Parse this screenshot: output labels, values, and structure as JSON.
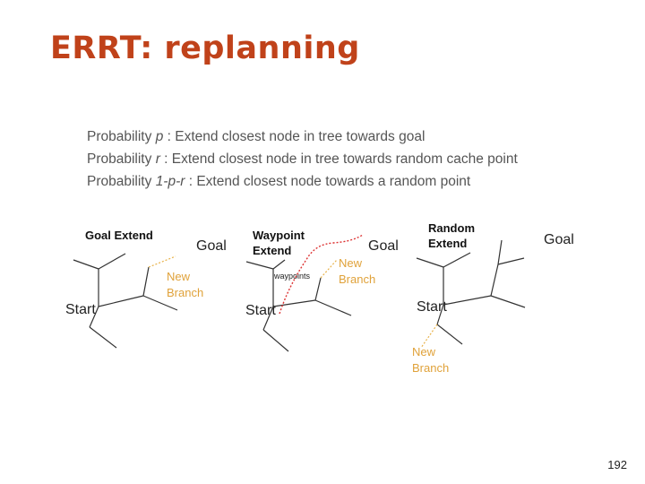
{
  "title": "ERRT: replanning",
  "probabilities": [
    {
      "prefix": "Probability ",
      "var": "p",
      "suffix": " : Extend closest node in tree towards goal"
    },
    {
      "prefix": "Probability ",
      "var": "r",
      "suffix": " : Extend closest node in tree towards random cache point"
    },
    {
      "prefix": "Probability ",
      "var": "1-p-r",
      "suffix": " : Extend closest node towards a random point"
    }
  ],
  "panels": [
    {
      "heading_line1": "Goal Extend",
      "heading_line2": "",
      "goal": "Goal",
      "start": "Start",
      "new_line1": "New",
      "new_line2": "Branch"
    },
    {
      "heading_line1": "Waypoint",
      "heading_line2": "Extend",
      "goal": "Goal",
      "start": "Start",
      "new_line1": "New",
      "new_line2": "Branch",
      "waypoints": "waypoints"
    },
    {
      "heading_line1": "Random",
      "heading_line2": "Extend",
      "goal": "Goal",
      "start": "Start",
      "new_line1": "New",
      "new_line2": "Branch"
    }
  ],
  "slide_number": "192",
  "colors": {
    "title": "#c0421a",
    "new_branch": "#e0a23a",
    "waypoint_path": "#dd3333"
  }
}
